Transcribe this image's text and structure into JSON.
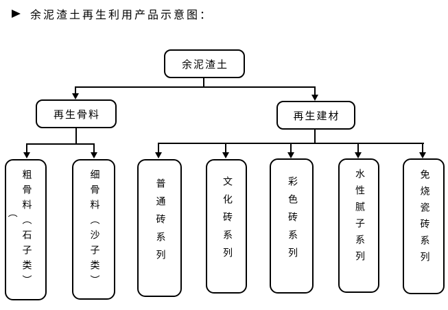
{
  "title": {
    "bullet_icon": "right-pointing-triangle",
    "text": "余泥渣土再生利用产品示意图："
  },
  "diagram": {
    "root": {
      "label": "余泥渣土"
    },
    "branches": [
      {
        "label": "再生骨料"
      },
      {
        "label": "再生建材"
      }
    ],
    "aggregate_types": [
      {
        "label": "粗骨料（石子类）"
      },
      {
        "label": "细骨料（沙子类）"
      }
    ],
    "material_series": [
      {
        "label": "普通砖系列"
      },
      {
        "label": "文化砖系列"
      },
      {
        "label": "彩色砖系列"
      },
      {
        "label": "水性腻子系列"
      },
      {
        "label": "免烧瓷砖系列"
      }
    ],
    "stray_paren": "（"
  },
  "colors": {
    "line": "#000000",
    "box_border": "#000000",
    "text": "#000000",
    "background": "#ffffff"
  }
}
